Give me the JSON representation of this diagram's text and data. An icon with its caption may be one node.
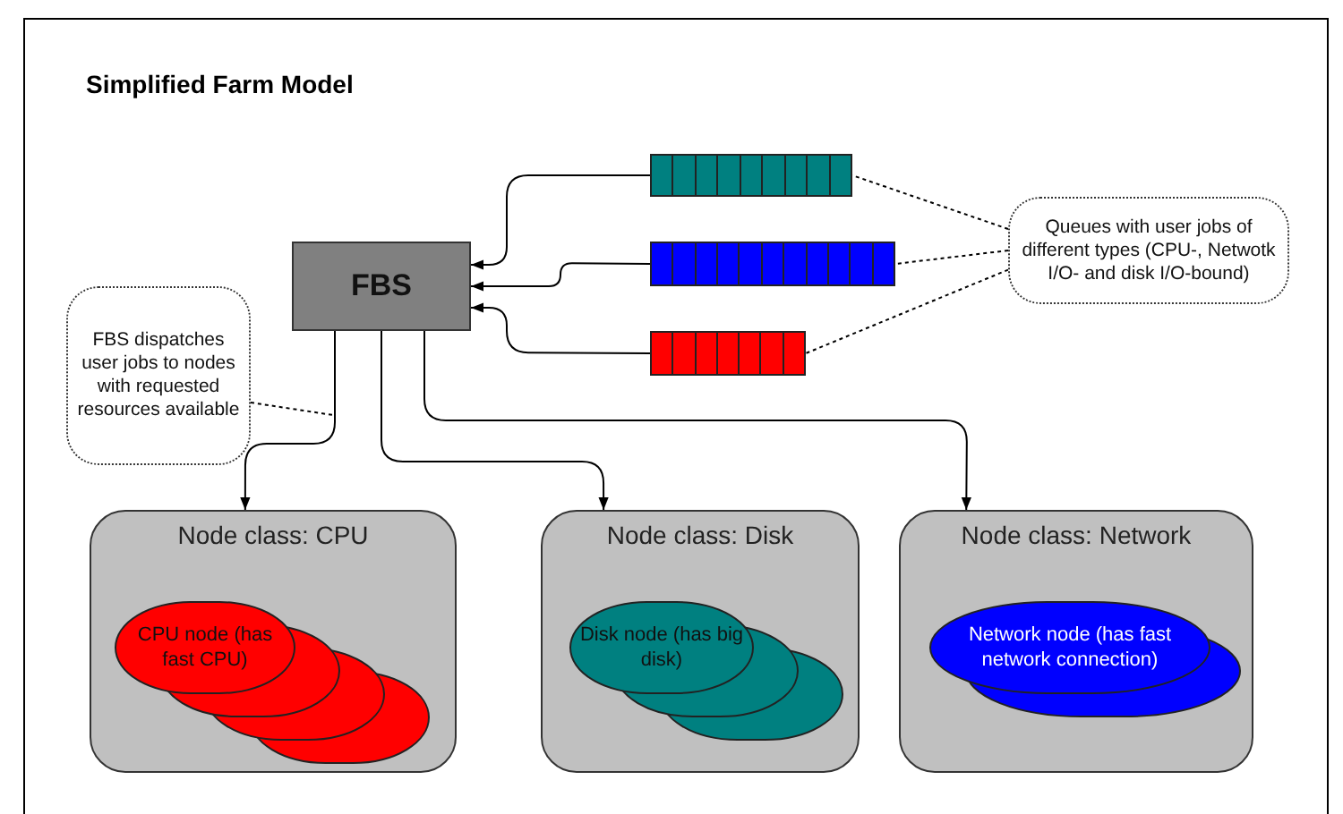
{
  "diagram": {
    "title": "Simplified Farm Model",
    "nodes": [
      {
        "text": [
          "FBS"
        ]
      },
      {
        "text": [],
        "shape": "bar"
      },
      {
        "text": [],
        "shape": "bar"
      },
      {
        "text": [],
        "shape": "bar"
      },
      {
        "text": [
          "Queues with user jobs of different types (CPU-, Netwotk I/O- and disk I/O-bound)"
        ]
      },
      {
        "text": [
          "FBS dispatches user jobs to nodes with requested resources available"
        ]
      },
      {
        "text": [
          "Node class: CPU"
        ]
      },
      {
        "text": [
          "CPU node (has fast CPU)"
        ],
        "in": 6
      },
      {
        "text": [
          "Node class: Disk"
        ]
      },
      {
        "text": [
          "Disk node (has big disk)"
        ],
        "in": 8
      },
      {
        "text": [
          "Node class: Network"
        ]
      },
      {
        "text": [
          "Network node (has fast network connection)"
        ],
        "in": 10
      }
    ],
    "edges": [
      {
        "from": 1,
        "to": 0,
        "arrow": "to"
      },
      {
        "from": 2,
        "to": 0,
        "arrow": "to"
      },
      {
        "from": 3,
        "to": 0,
        "arrow": "to"
      },
      {
        "from": 0,
        "to": 6,
        "arrow": "to"
      },
      {
        "from": 0,
        "to": 8,
        "arrow": "to"
      },
      {
        "from": 0,
        "to": 10,
        "arrow": "to"
      },
      {
        "from": 4,
        "to": 1,
        "arrow": "none",
        "style": "dashed"
      },
      {
        "from": 4,
        "to": 2,
        "arrow": "none",
        "style": "dashed"
      },
      {
        "from": 4,
        "to": 3,
        "arrow": "none",
        "style": "dashed"
      },
      {
        "from": 5,
        "to": null,
        "arrow": "none",
        "style": "dashed"
      }
    ]
  }
}
